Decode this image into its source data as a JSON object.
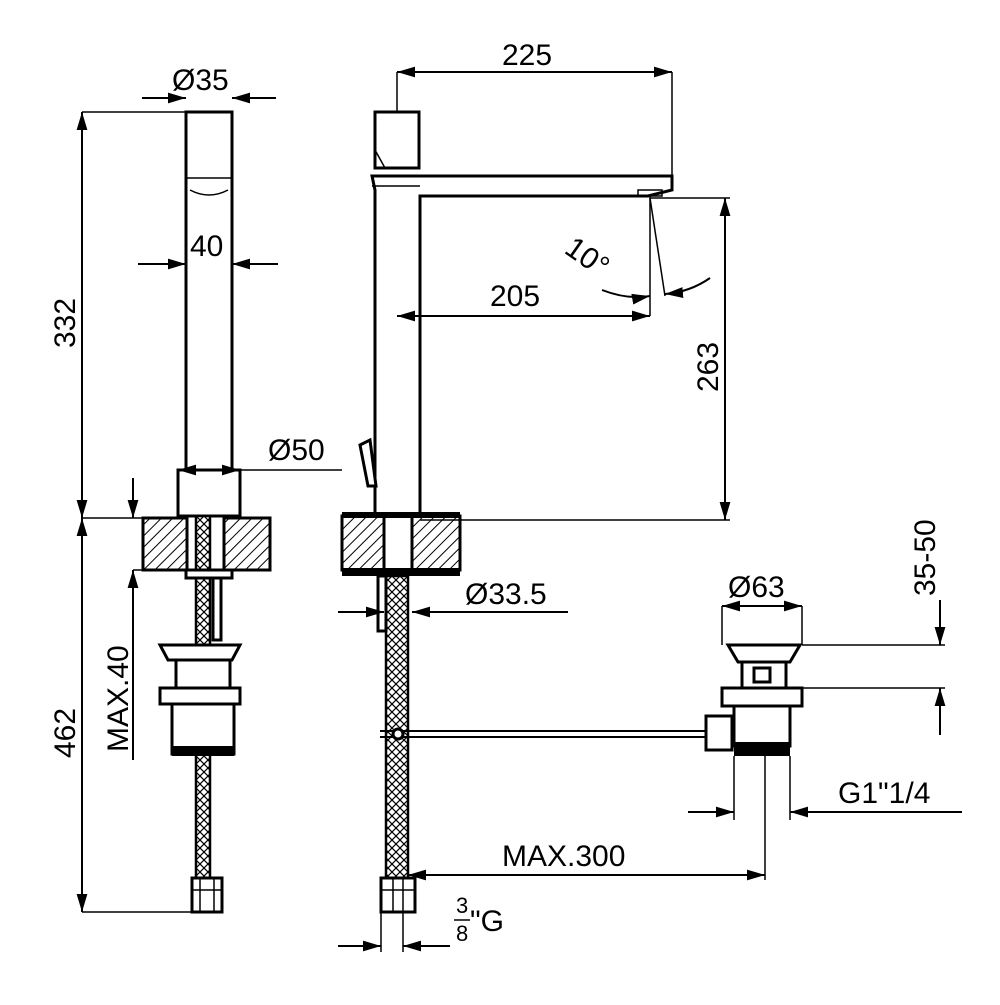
{
  "dimensions": {
    "spout_diameter": "Ø35",
    "body_width": "40",
    "height_above_deck": "332",
    "base_diameter": "Ø50",
    "max_deck_thickness": "MAX.40",
    "height_below_deck": "462",
    "spout_reach": "225",
    "outlet_reach": "205",
    "spray_angle": "10°",
    "outlet_height": "263",
    "mount_hole_diameter": "Ø33.5",
    "waste_diameter": "Ø63",
    "waste_range": "35-50",
    "waste_thread": "G1\"1/4",
    "max_rod_length": "MAX.300",
    "hose_thread_num": "3",
    "hose_thread_den": "8",
    "hose_thread_suffix": "\"G"
  }
}
